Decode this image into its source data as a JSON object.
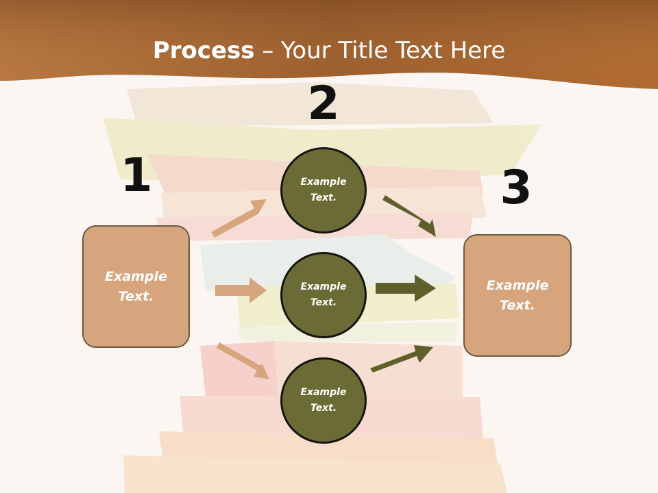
{
  "title": {
    "bold": "Process",
    "rest": " – Your Title Text Here"
  },
  "steps": {
    "one": "1",
    "two": "2",
    "three": "3"
  },
  "left_box": {
    "text": "Example Text."
  },
  "right_box": {
    "text": "Example Text."
  },
  "circles": [
    {
      "text": "Example Text."
    },
    {
      "text": "Example Text."
    },
    {
      "text": "Example Text."
    }
  ],
  "colors": {
    "banner": "#a8642a",
    "box_fill": "#d6a57d",
    "circle_fill": "#6b6b35",
    "arrow_tan": "#d6a57d",
    "arrow_olive": "#5f5f2c"
  }
}
